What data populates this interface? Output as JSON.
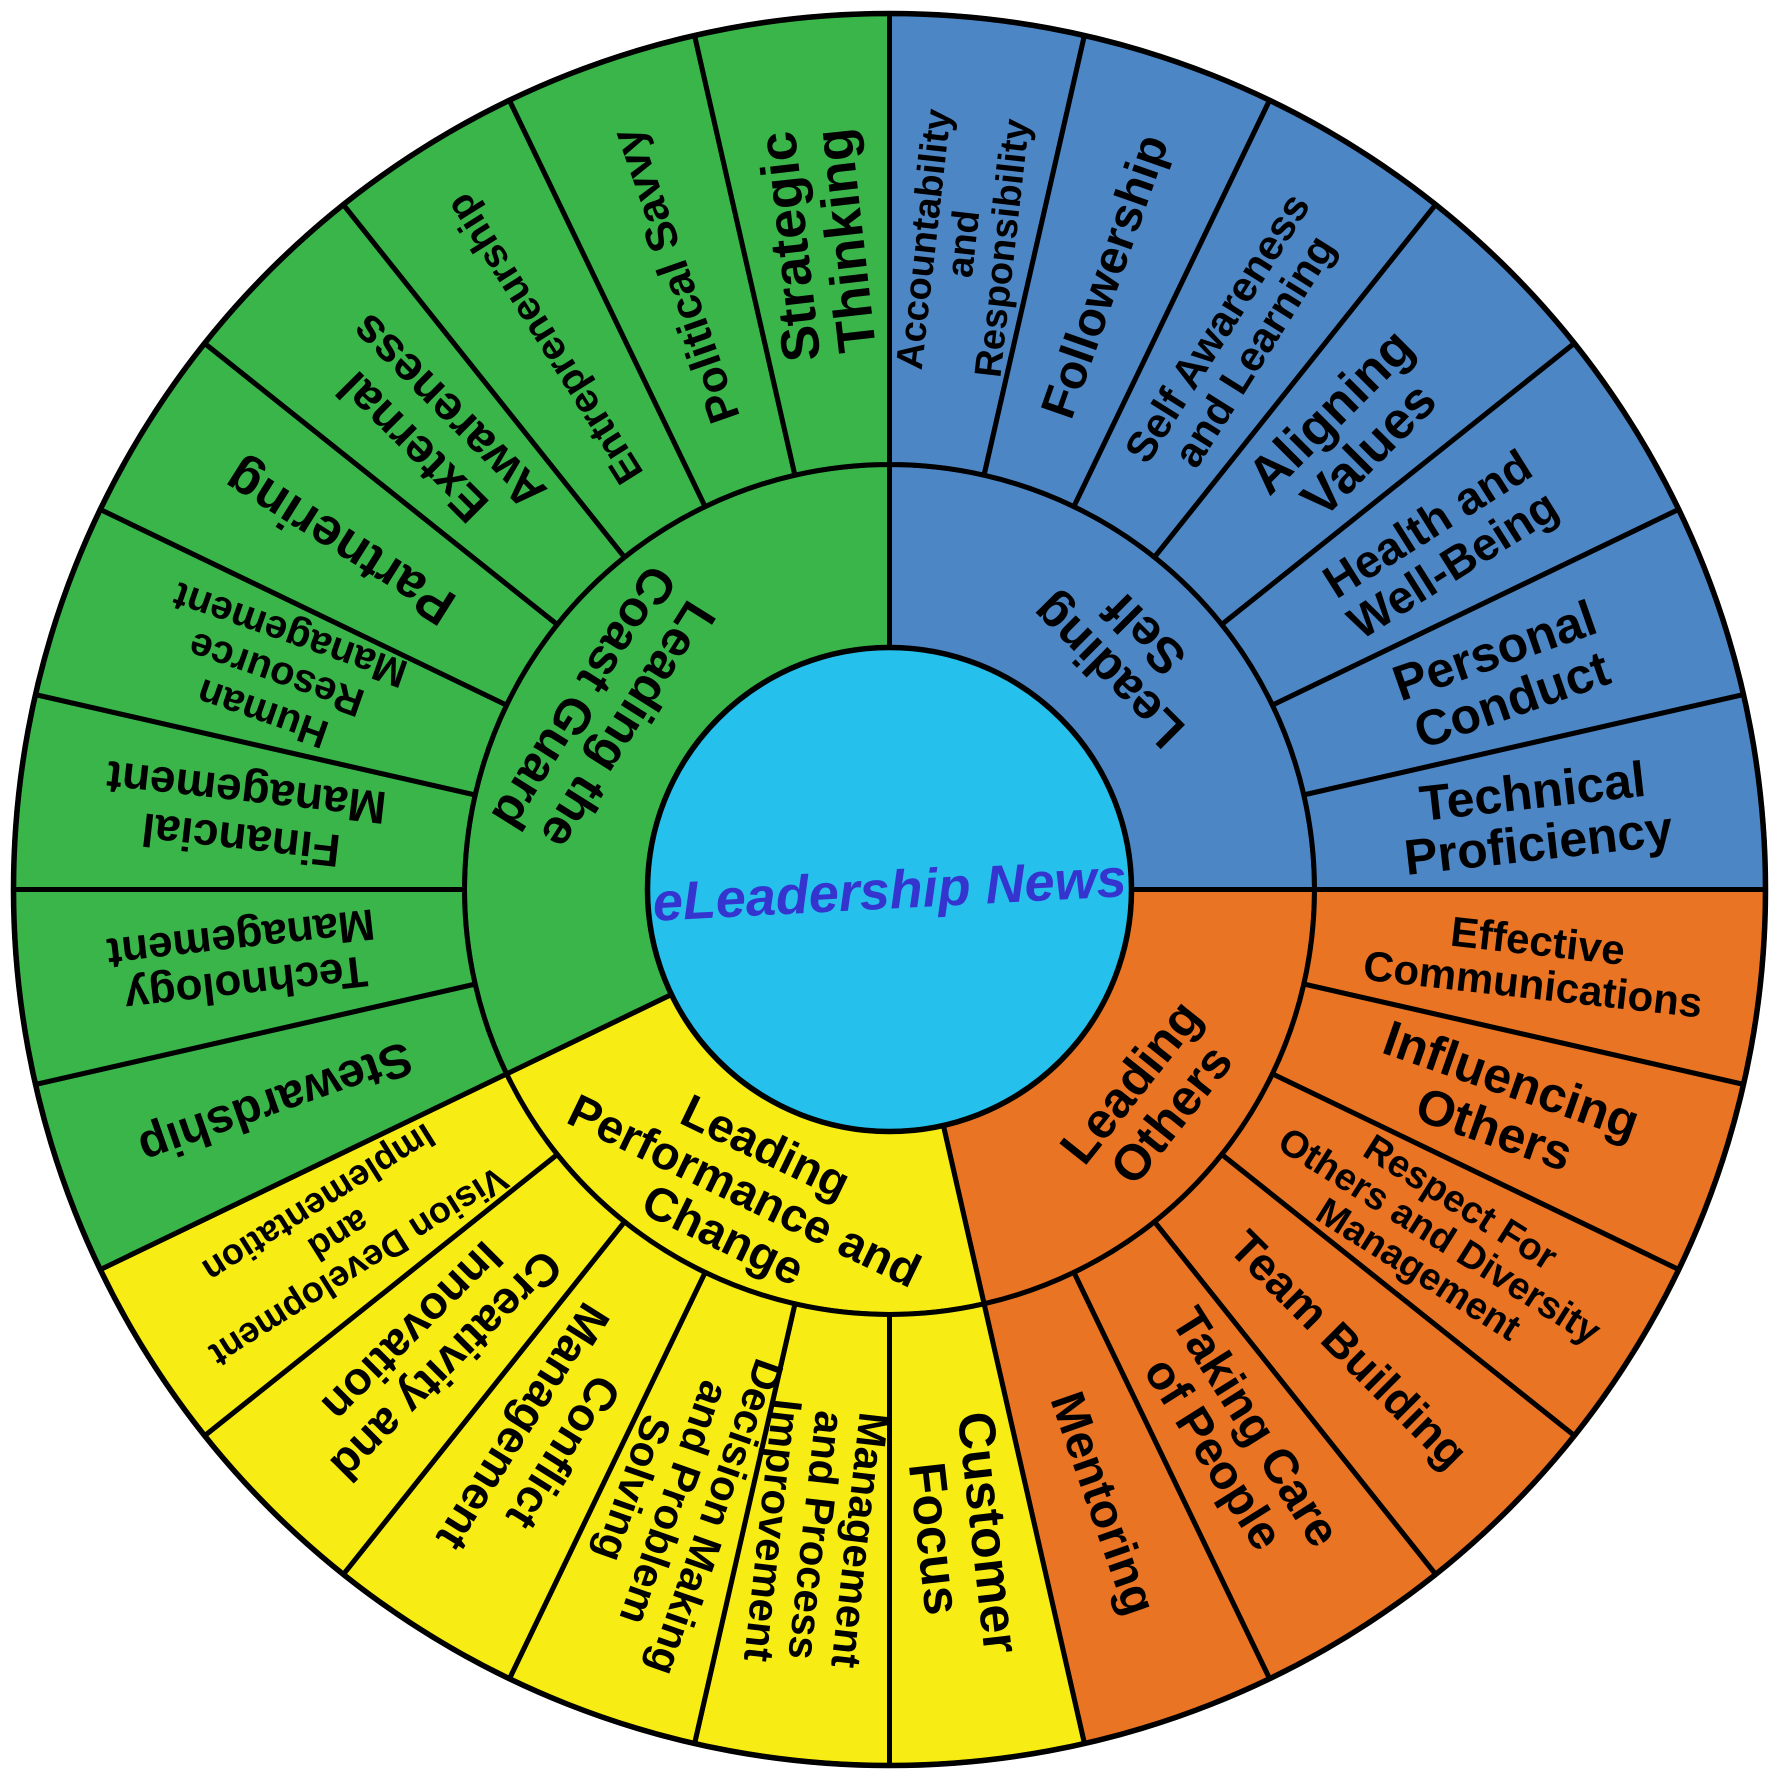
{
  "title": "eLeadership News",
  "colors": {
    "background": "#ffffff",
    "outline": "#000000",
    "center_fill": "#25c1ec",
    "center_text": "#3534cf",
    "leading_self": "#4d86c4",
    "leading_others": "#e97423",
    "leading_performance_and_change": "#f7ed14",
    "leading_the_coast_guard": "#3ab54a"
  },
  "wheel": {
    "quadrants": [
      {
        "name": "Leading Self",
        "label_lines": [
          "Leading",
          "Self"
        ],
        "label_size": 50,
        "color": "#4d86c4",
        "start_angle": 0,
        "end_angle": 90,
        "competencies": [
          {
            "label": "Accountability and Responsibility",
            "lines": [
              "Accountability",
              "and",
              "Responsibility"
            ],
            "size": 38
          },
          {
            "label": "Followership",
            "lines": [
              "Followership"
            ],
            "size": 48
          },
          {
            "label": "Self Awareness and Learning",
            "lines": [
              "Self Awareness",
              "and Learning"
            ],
            "size": 42
          },
          {
            "label": "Aligning Values",
            "lines": [
              "Aligning",
              "Values"
            ],
            "size": 52
          },
          {
            "label": "Health and Well-Being",
            "lines": [
              "Health and",
              "Well-Being"
            ],
            "size": 46
          },
          {
            "label": "Personal Conduct",
            "lines": [
              "Personal",
              "Conduct"
            ],
            "size": 50
          },
          {
            "label": "Technical Proficiency",
            "lines": [
              "Technical",
              "Proficiency"
            ],
            "size": 50
          }
        ]
      },
      {
        "name": "Leading Others",
        "label_lines": [
          "Leading",
          "Others"
        ],
        "label_size": 50,
        "color": "#e97423",
        "start_angle": 90,
        "end_angle": 167.142857,
        "competencies": [
          {
            "label": "Effective Communications",
            "lines": [
              "Effective",
              "Communications"
            ],
            "size": 42
          },
          {
            "label": "Influencing Others",
            "lines": [
              "Influencing",
              "Others"
            ],
            "size": 50
          },
          {
            "label": "Respect For Others and Diversity Management",
            "lines": [
              "Respect For",
              "Others and Diversity",
              "Management"
            ],
            "size": 38
          },
          {
            "label": "Team Building",
            "lines": [
              "Team Building"
            ],
            "size": 46
          },
          {
            "label": "Taking Care of People",
            "lines": [
              "Taking Care",
              "of People"
            ],
            "size": 48
          },
          {
            "label": "Mentoring",
            "lines": [
              "Mentoring"
            ],
            "size": 48
          }
        ]
      },
      {
        "name": "Leading Performance and Change",
        "label_lines": [
          "Leading",
          "Performance and",
          "Change"
        ],
        "label_size": 47,
        "color": "#f7ed14",
        "start_angle": 167.142857,
        "end_angle": 244.285714,
        "competencies": [
          {
            "label": "Customer Focus",
            "lines": [
              "Customer",
              "Focus"
            ],
            "size": 52
          },
          {
            "label": "Management and Process Improvement",
            "lines": [
              "Management",
              "and Process",
              "Improvement"
            ],
            "size": 42
          },
          {
            "label": "Decision Making and Problem Solving",
            "lines": [
              "Decision Making",
              "and Problem",
              "Solving"
            ],
            "size": 42
          },
          {
            "label": "Conflict Management",
            "lines": [
              "Conflict",
              "Management"
            ],
            "size": 46
          },
          {
            "label": "Creativity and Innovation",
            "lines": [
              "Creativity and",
              "Innovation"
            ],
            "size": 46
          },
          {
            "label": "Vision Development and Implementation",
            "lines": [
              "Vision Development",
              "and",
              "Implementation"
            ],
            "size": 36
          }
        ]
      },
      {
        "name": "Leading the Coast Guard",
        "label_lines": [
          "Leading the",
          "Coast Guard"
        ],
        "label_size": 50,
        "color": "#3ab54a",
        "start_angle": 244.285714,
        "end_angle": 360,
        "competencies": [
          {
            "label": "Stewardship",
            "lines": [
              "Stewardship"
            ],
            "size": 48
          },
          {
            "label": "Technology Management",
            "lines": [
              "Technology",
              "Management"
            ],
            "size": 44
          },
          {
            "label": "Financial Management",
            "lines": [
              "Financial",
              "Management"
            ],
            "size": 46
          },
          {
            "label": "Human Resource Management",
            "lines": [
              "Human",
              "Resource",
              "Management"
            ],
            "size": 40
          },
          {
            "label": "Partnering",
            "lines": [
              "Partnering"
            ],
            "size": 52
          },
          {
            "label": "External Awareness",
            "lines": [
              "External",
              "Awareness"
            ],
            "size": 48
          },
          {
            "label": "Entrepreneurship",
            "lines": [
              "Entrepreneurship"
            ],
            "size": 40
          },
          {
            "label": "Political Savvy",
            "lines": [
              "Political Savvy"
            ],
            "size": 44
          },
          {
            "label": "Strategic Thinking",
            "lines": [
              "Strategic",
              "Thinking"
            ],
            "size": 54
          }
        ]
      }
    ]
  }
}
